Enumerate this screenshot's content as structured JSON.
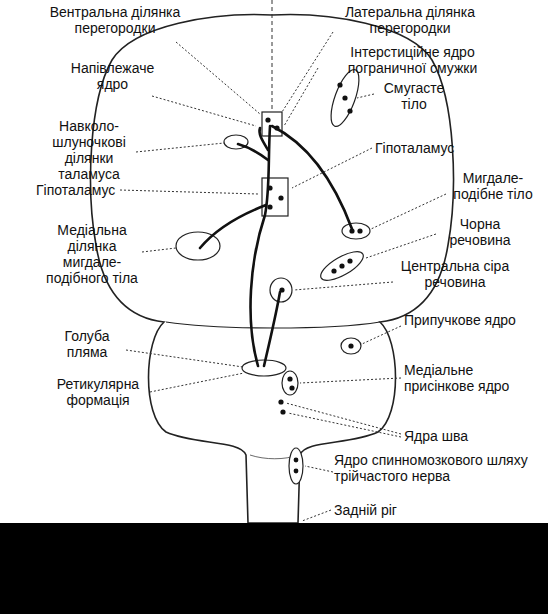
{
  "diagram": {
    "labels": [
      "Вентральна ділянка перегородки",
      "Напівлежаче ядро",
      "Навколо-шлуночкові ділянки таламуса",
      "Гіпоталамус",
      "Медіальна ділянка мигдале-подібного тіла",
      "Голуба пляма",
      "Ретикулярна формація",
      "Латеральна ділянка перегородки",
      "Інтерстиційне ядро пограничної смужки",
      "Смугасте тіло",
      "Гіпоталамус",
      "Мигдале-подібне тіло",
      "Чорна речовина",
      "Центральна сіра речовина",
      "Припучкове ядро",
      "Медіальне присінкове ядро",
      "Ядра шва",
      "Ядро спинномозкового шляху трійчастого нерва",
      "Задній ріг"
    ]
  }
}
